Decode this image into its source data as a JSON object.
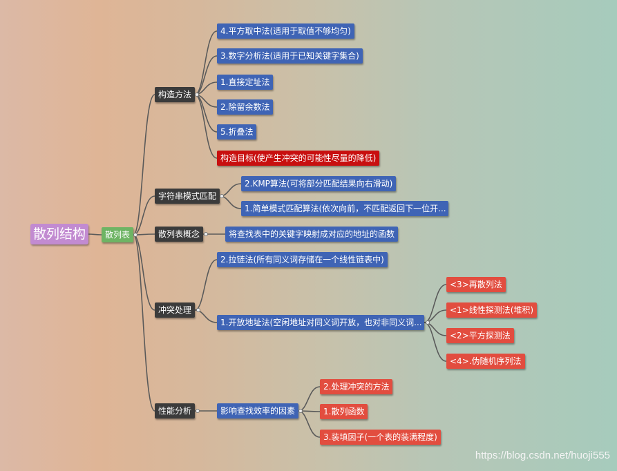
{
  "root": "散列结构",
  "hub": "散列表",
  "branches": {
    "construct": {
      "label": "构造方法",
      "items": [
        "4.平方取中法(适用于取值不够均匀)",
        "3.数字分析法(适用于已知关键字集合)",
        "1.直接定址法",
        "2.除留余数法",
        "5.折叠法",
        "构造目标(使产生冲突的可能性尽量的降低)"
      ]
    },
    "pattern": {
      "label": "字符串模式匹配",
      "items": [
        "2.KMP算法(可将部分匹配结果向右滑动)",
        "1.简单模式匹配算法(依次向前，不匹配返回下一位开..."
      ]
    },
    "concept": {
      "label": "散列表概念",
      "items": [
        "将查找表中的关键字映射成对应的地址的函数"
      ]
    },
    "conflict": {
      "label": "冲突处理",
      "items": [
        "2.拉链法(所有同义词存储在一个线性链表中)",
        "1.开放地址法(空闲地址对同义词开放，也对非同义词..."
      ],
      "open_addressing": [
        "<3>再散列法",
        "<1>线性探测法(堆积)",
        "<2>平方探测法",
        "<4>.伪随机序列法"
      ]
    },
    "performance": {
      "label": "性能分析",
      "items": [
        "影响查找效率的因素"
      ],
      "factors": [
        "2.处理冲突的方法",
        "1.散列函数",
        "3.装填因子(一个表的装满程度)"
      ]
    }
  },
  "watermark": "https://blog.csdn.net/huoji555",
  "colors": {
    "category": "#3b3b3b",
    "leaf": "#3f64b5",
    "sub_leaf": "#e24d3f",
    "highlight": "#c80f0f",
    "hub": "#6eb464",
    "root": "#c28bd1",
    "connector": "#5a5a5a"
  }
}
